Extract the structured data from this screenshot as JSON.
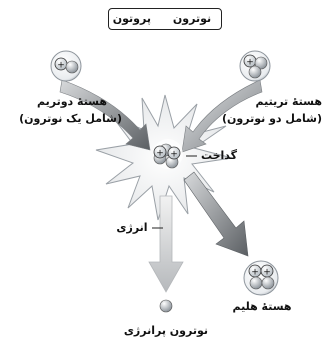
{
  "legend": {
    "proton_label": "پروتون",
    "neutron_label": "نوترون",
    "proton_symbol": "+"
  },
  "deuterium": {
    "line1": "هستهٔ دوتریم",
    "line2": "(شامل یک نوترون)"
  },
  "tritium": {
    "line1": "هستهٔ تریتیم",
    "line2": "(شامل دو نوترون)"
  },
  "fusion_label": "گداخت",
  "energy_label": "انرژی",
  "helium_label": "هستهٔ هلیم",
  "neutron_label": "نوترون پرانرژی",
  "colors": {
    "proton": "#c8cfd6",
    "neutron": "#9aa1a8",
    "burst": "#f4f4f4",
    "arrow_dark": "#6b6f73",
    "arrow_mid": "#8a8e92",
    "arrow_light": "#c9cbcd"
  }
}
